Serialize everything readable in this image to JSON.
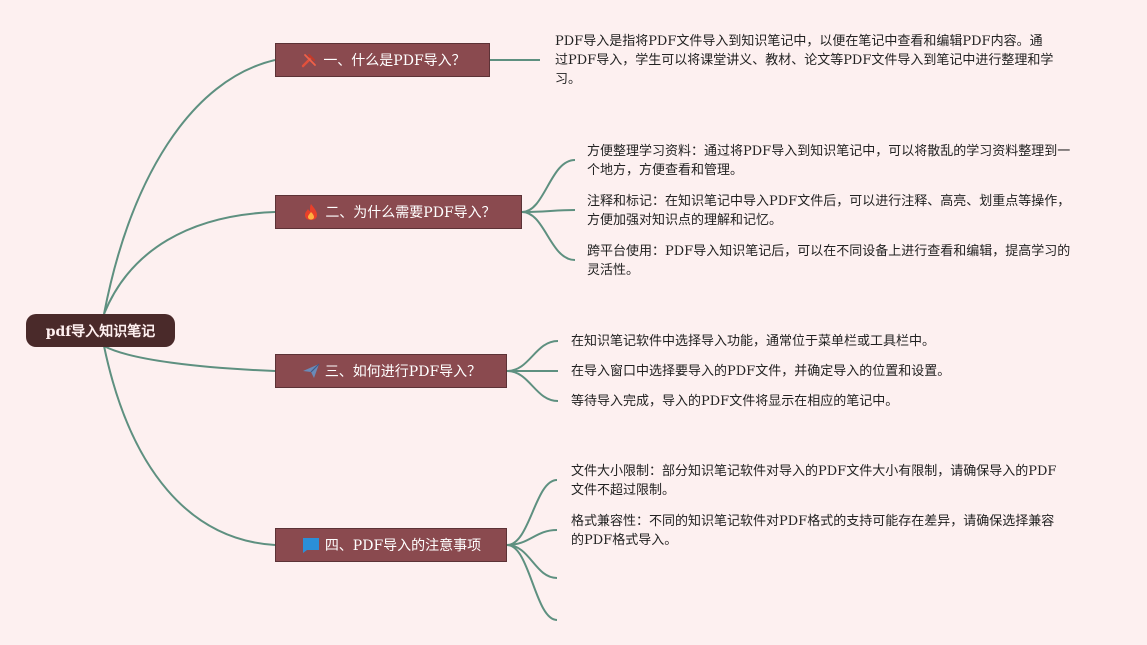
{
  "root": {
    "label": "pdf导入知识笔记"
  },
  "topics": [
    {
      "label": "一、什么是PDF导入？",
      "icon": "tools-icon",
      "details": [
        "PDF导入是指将PDF文件导入到知识笔记中，以便在笔记中查看和编辑PDF内容。通过PDF导入，学生可以将课堂讲义、教材、论文等PDF文件导入到笔记中进行整理和学习。"
      ]
    },
    {
      "label": "二、为什么需要PDF导入？",
      "icon": "fire-icon",
      "details": [
        "方便整理学习资料：通过将PDF导入到知识笔记中，可以将散乱的学习资料整理到一个地方，方便查看和管理。",
        "注释和标记：在知识笔记中导入PDF文件后，可以进行注释、高亮、划重点等操作，方便加强对知识点的理解和记忆。",
        "跨平台使用：PDF导入知识笔记后，可以在不同设备上进行查看和编辑，提高学习的灵活性。"
      ]
    },
    {
      "label": "三、如何进行PDF导入？",
      "icon": "paper-plane-icon",
      "details": [
        "在知识笔记软件中选择导入功能，通常位于菜单栏或工具栏中。",
        "在导入窗口中选择要导入的PDF文件，并确定导入的位置和设置。",
        "等待导入完成，导入的PDF文件将显示在相应的笔记中。"
      ]
    },
    {
      "label": "四、PDF导入的注意事项",
      "icon": "blue-square-icon",
      "details": [
        "文件大小限制：部分知识笔记软件对导入的PDF文件大小有限制，请确保导入的PDF文件不超过限制。",
        "格式兼容性：不同的知识笔记软件对PDF格式的支持可能存在差异，请确保选择兼容的PDF格式导入。",
        "",
        ""
      ]
    }
  ],
  "colors": {
    "background": "#fdf0f0",
    "connector": "#5e9080",
    "topic_fill": "#8a4a4f",
    "root_fill": "#4a2a2a"
  }
}
